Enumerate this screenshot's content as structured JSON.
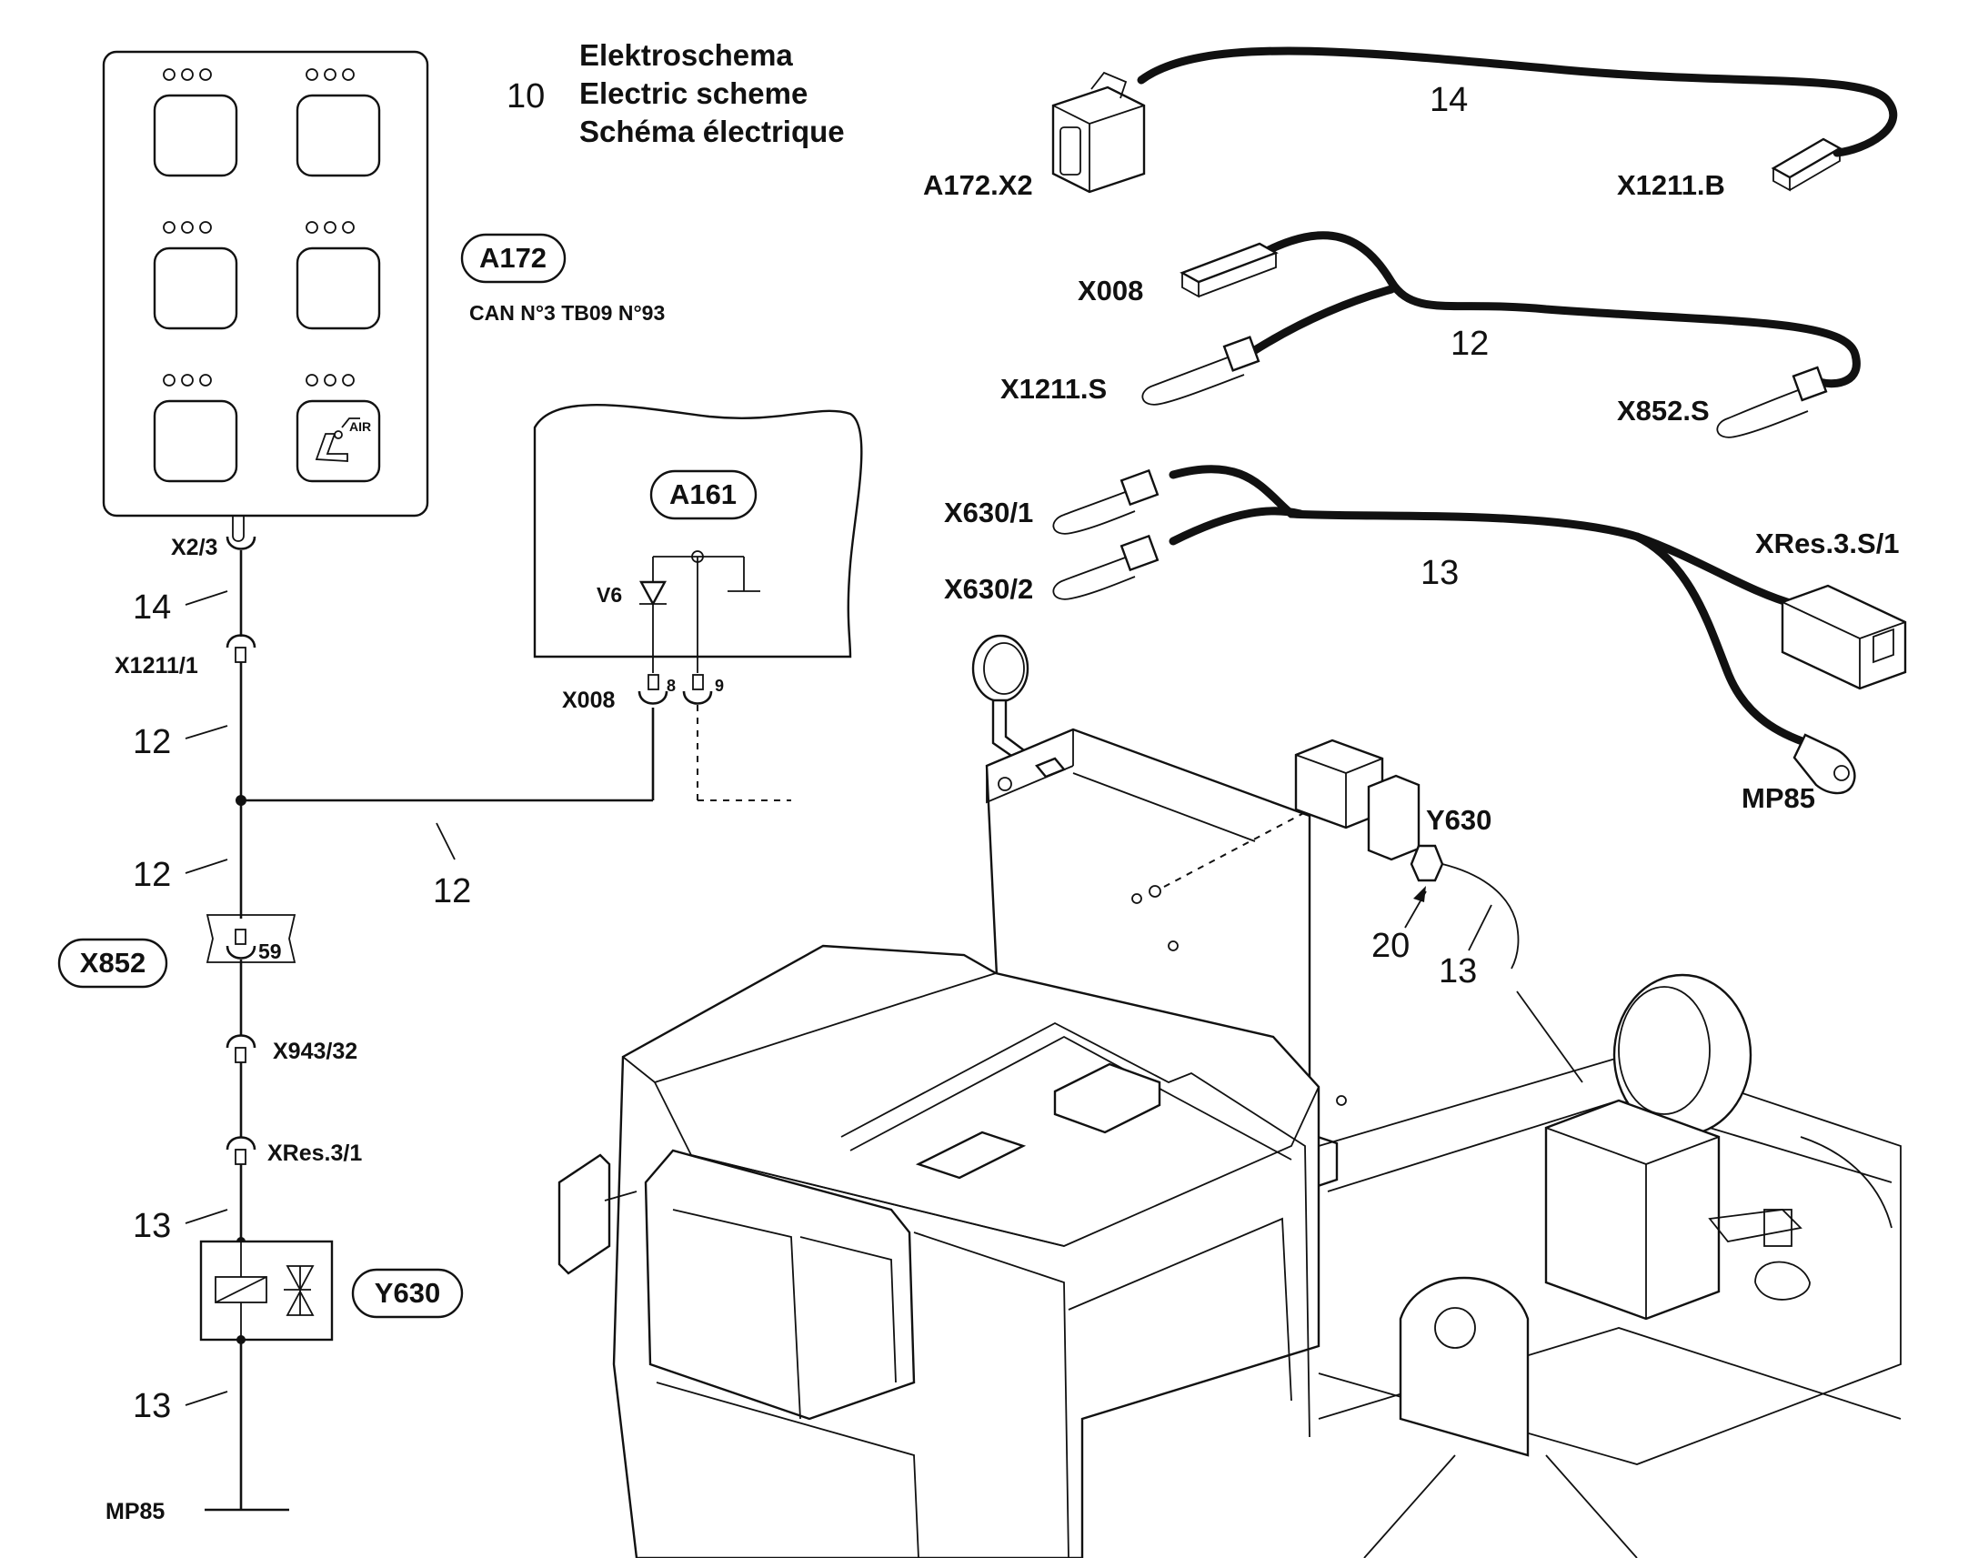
{
  "title": {
    "number": "10",
    "lines": [
      "Elektroschema",
      "Electric scheme",
      "Schéma électrique"
    ]
  },
  "components": {
    "a172": "A172",
    "a172_sub": "CAN N°3 TB09 N°93",
    "a161": "A161",
    "x852": "X852",
    "y630": "Y630",
    "air_icon": "AIR",
    "diode": "V6"
  },
  "schematic": {
    "x2_3": "X2/3",
    "x1211_1": "X1211/1",
    "x008": "X008",
    "x008_pin8": "8",
    "x008_pin9": "9",
    "x852_pin": "59",
    "x943_32": "X943/32",
    "xres3_1": "XRes.3/1",
    "mp85": "MP85",
    "wire_14": "14",
    "wire_12a": "12",
    "wire_12b": "12",
    "wire_12c": "12",
    "wire_13a": "13",
    "wire_13b": "13"
  },
  "harness": {
    "a172_x2": "A172.X2",
    "x1211_b": "X1211.B",
    "harness_14": "14",
    "x008": "X008",
    "x1211_s": "X1211.S",
    "x852_s": "X852.S",
    "harness_12": "12",
    "x630_1": "X630/1",
    "x630_2": "X630/2",
    "harness_13": "13",
    "xres3_s1": "XRes.3.S/1",
    "mp85": "MP85"
  },
  "machine": {
    "y630": "Y630",
    "callout_20": "20",
    "callout_13": "13"
  },
  "icons": [
    "switch-panel-icon",
    "seat-air-icon",
    "diode-icon",
    "solenoid-valve-icon",
    "connector-icon",
    "pressure-gauge-icon",
    "excavator-cab-icon"
  ]
}
